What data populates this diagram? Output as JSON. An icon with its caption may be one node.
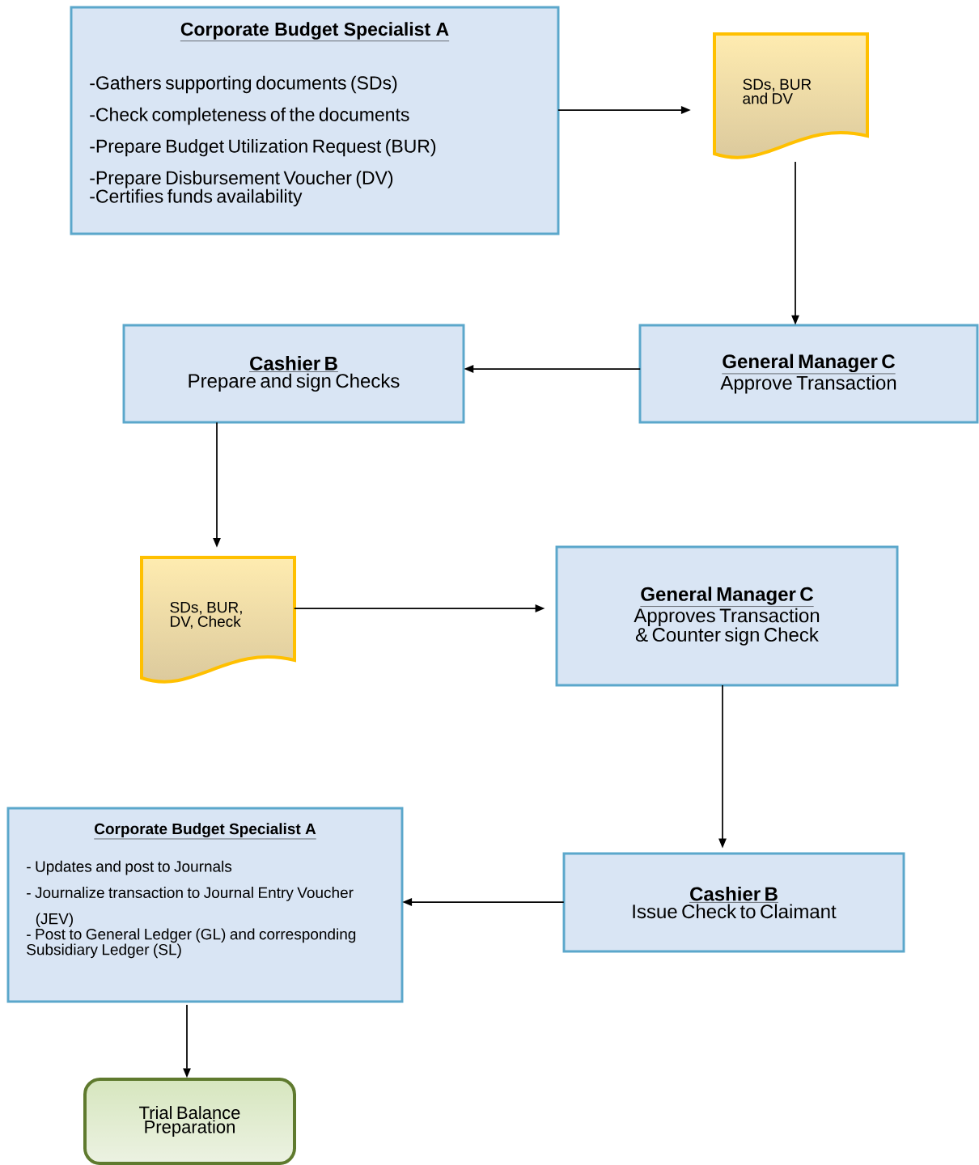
{
  "diagram": {
    "nodes": [
      {
        "text": [
          "Corporate Budget Specialist A",
          "-Gathers supporting documents (SDs)",
          "-Check completeness of the documents",
          "-Prepare Budget Utilization Request (BUR)",
          "-Prepare Disbursement Voucher (DV)",
          "-Certifies funds availability"
        ]
      },
      {
        "text": [
          "SDs, BUR and DV"
        ]
      },
      {
        "text": [
          "Cashier B",
          "Prepare and sign Checks"
        ]
      },
      {
        "text": [
          "General Manager C",
          "Approve Transaction"
        ]
      },
      {
        "text": [
          "SDs, BUR, DV, Check"
        ]
      },
      {
        "text": [
          "General Manager C",
          "Approves Transaction & Counter sign Check"
        ]
      },
      {
        "text": [
          "Corporate Budget Specialist A",
          "- Updates and post to Journals",
          "- Journalize transaction to Journal Entry Voucher (JEV)",
          "- Post to General Ledger (GL) and corresponding Subsidiary Ledger (SL)"
        ]
      },
      {
        "text": [
          "Cashier B",
          "Issue Check to Claimant"
        ]
      },
      {
        "text": [
          "Trial Balance Preparation"
        ]
      }
    ],
    "edges": [
      {
        "from": 0,
        "to": 1,
        "arrow": "to"
      },
      {
        "from": 1,
        "to": 3,
        "arrow": "to"
      },
      {
        "from": 3,
        "to": 2,
        "arrow": "to"
      },
      {
        "from": 2,
        "to": 4,
        "arrow": "to"
      },
      {
        "from": 4,
        "to": 5,
        "arrow": "to"
      },
      {
        "from": 5,
        "to": 7,
        "arrow": "to"
      },
      {
        "from": 7,
        "to": 6,
        "arrow": "to"
      },
      {
        "from": 6,
        "to": 8,
        "arrow": "to"
      }
    ]
  }
}
